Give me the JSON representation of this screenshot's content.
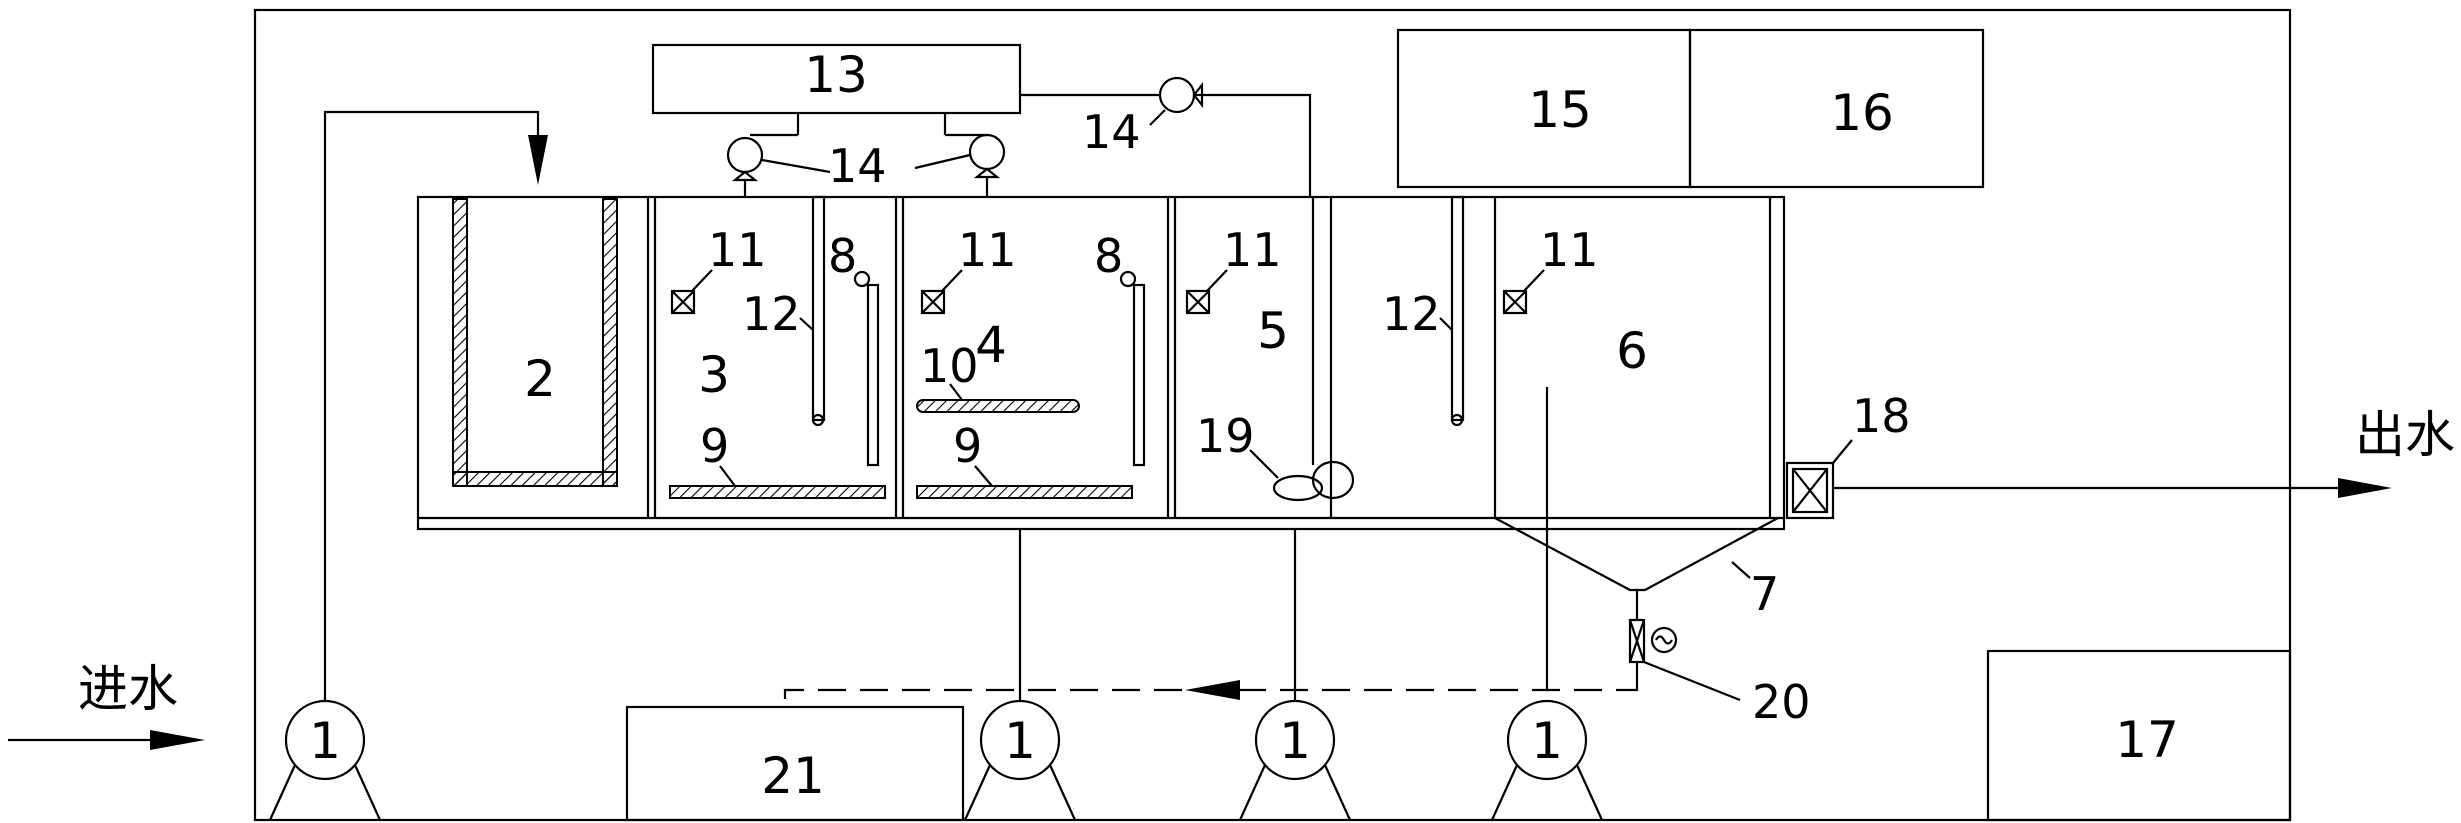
{
  "labels": {
    "tank_2": "2",
    "tank_3": "3",
    "tank_4": "4",
    "tank_5": "5",
    "tank_6": "6",
    "hopper_7": "7",
    "l8a": "8",
    "l8b": "8",
    "l9a": "9",
    "l9b": "9",
    "l10": "10",
    "l11a": "11",
    "l11b": "11",
    "l11c": "11",
    "l11d": "11",
    "l12a": "12",
    "l12b": "12",
    "box_13": "13",
    "l14a": "14",
    "l14b": "14",
    "box_15": "15",
    "box_16": "16",
    "box_17": "17",
    "l18": "18",
    "l19": "19",
    "l20": "20",
    "box_21": "21",
    "pump_1a": "1",
    "pump_1b": "1",
    "pump_1c": "1",
    "pump_1d": "1"
  },
  "flows": {
    "inlet": "进水",
    "outlet": "出水"
  }
}
